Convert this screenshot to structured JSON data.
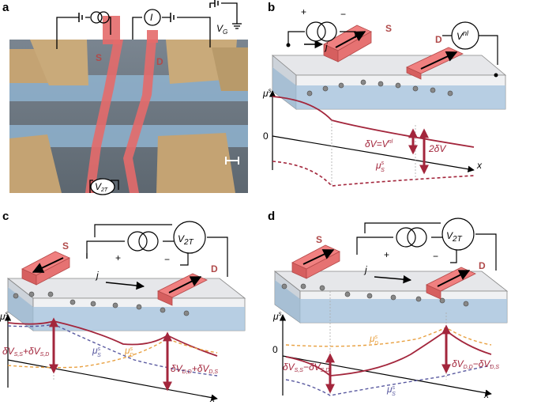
{
  "panels": {
    "a": {
      "letter": "a",
      "labels": {
        "source": "S",
        "drain": "D",
        "gate": "V",
        "gate_sub": "G",
        "current": "I",
        "v2t": "V",
        "v2t_sub": "2T"
      }
    },
    "b": {
      "letter": "b",
      "labels": {
        "source": "S",
        "drain": "D",
        "current": "j",
        "vnl": "V",
        "vnl_sup": "nl",
        "plus": "+",
        "minus": "−",
        "mu_axis": "μ",
        "mu_sup": "s",
        "zero": "0",
        "x_axis": "x",
        "dv_eq": "δV=V",
        "dv_eq_sup": "nl",
        "two_dv": "2δV",
        "mu_s": "μ",
        "mu_s_sup": "s",
        "mu_s_sub": "S"
      }
    },
    "c": {
      "letter": "c",
      "labels": {
        "source": "S",
        "drain": "D",
        "current": "j",
        "v2t": "V",
        "v2t_sub": "2T",
        "plus": "+",
        "minus": "−",
        "mu_axis": "μ",
        "mu_sup": "s",
        "x_axis": "x",
        "dv_s": "δV",
        "dv_s_sub1": "S,S",
        "dv_s_mid": "+δV",
        "dv_s_sub2": "S,D",
        "dv_d": "δV",
        "dv_d_sub1": "D,D",
        "dv_d_mid": "+δV",
        "dv_d_sub2": "D,S",
        "mu_s": "μ",
        "mu_s_sup": "s",
        "mu_s_sub": "S",
        "mu_d": "μ",
        "mu_d_sup": "s",
        "mu_d_sub": "D"
      }
    },
    "d": {
      "letter": "d",
      "labels": {
        "source": "S",
        "drain": "D",
        "current": "j",
        "v2t": "V",
        "v2t_sub": "2T",
        "plus": "+",
        "minus": "−",
        "mu_axis": "μ",
        "mu_sup": "s",
        "zero": "0",
        "x_axis": "x",
        "dv_s": "δV",
        "dv_s_sub1": "S,S",
        "dv_s_mid": "−δV",
        "dv_s_sub2": "S,D",
        "dv_d": "δV",
        "dv_d_sub1": "D,D",
        "dv_d_mid": "−δV",
        "dv_d_sub2": "D,S",
        "mu_s": "μ",
        "mu_s_sup": "s",
        "mu_s_sub": "S",
        "mu_d": "μ",
        "mu_d_sup": "s",
        "mu_d_sub": "D"
      }
    }
  },
  "colors": {
    "crimson": "#a3263c",
    "contact_red": "#e46a6a",
    "channel_blue": "#9dbedb",
    "gold": "#c4a373",
    "blue_dash": "#5a5aa0",
    "orange_dash": "#e8a040"
  }
}
